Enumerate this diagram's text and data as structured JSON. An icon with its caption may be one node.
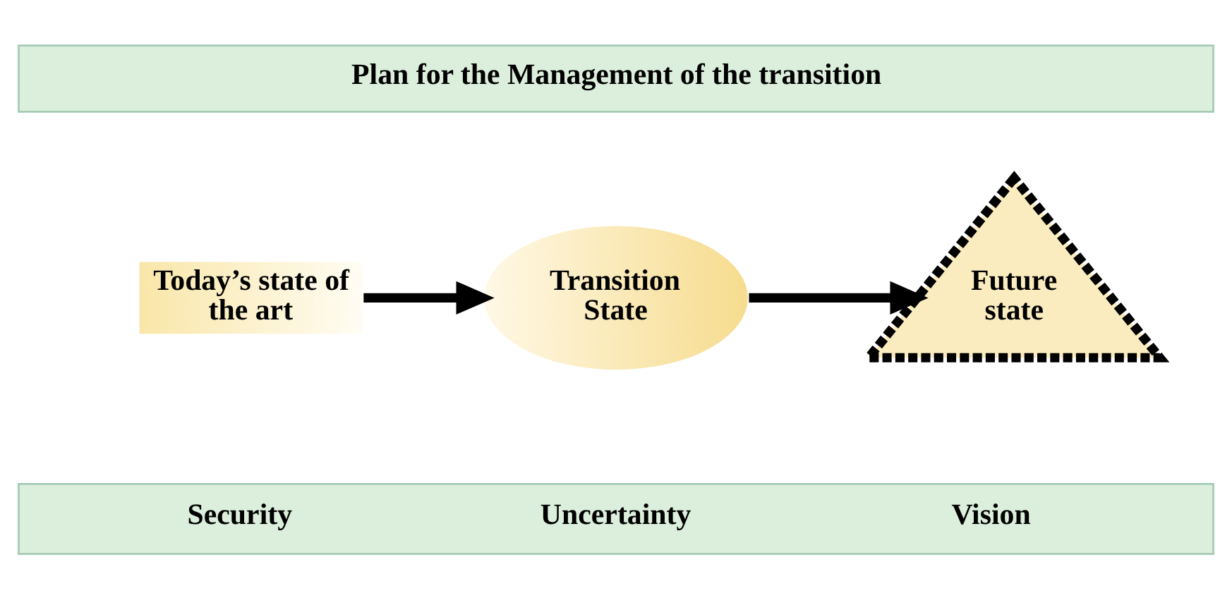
{
  "diagram": {
    "nodes": [
      {
        "text": [
          "Plan for the Management of the transition"
        ]
      },
      {
        "text": [
          "Today’s state of the art"
        ]
      },
      {
        "text": [
          "Transition State"
        ]
      },
      {
        "text": [
          "Future state"
        ]
      },
      {
        "text": [
          "Security",
          "Uncertainty",
          "Vision"
        ]
      }
    ],
    "edges": [
      {
        "from": 1,
        "to": 2,
        "arrow": "to"
      },
      {
        "from": 2,
        "to": 3,
        "arrow": "to"
      }
    ]
  }
}
